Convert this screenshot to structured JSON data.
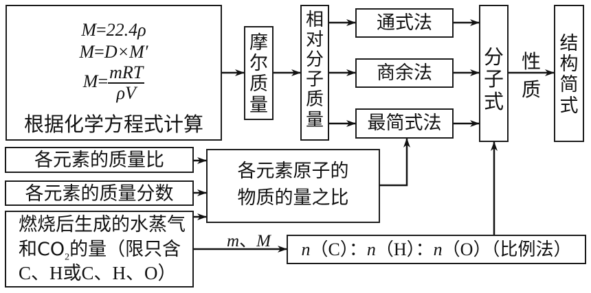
{
  "nodes": {
    "formulas": {
      "lines": [
        {
          "lhs": "M",
          "eq": "=",
          "rhs": "22.4ρ"
        },
        {
          "lhs": "M",
          "eq": "=",
          "rhs": "D×M′"
        },
        {
          "lhs": "M",
          "eq": "=",
          "numerator": "mRT",
          "denominator": "ρV"
        }
      ],
      "label": "根据化学方程式计算"
    },
    "molar_mass": "摩尔质量",
    "relative_molecular_mass": "相对分子质量",
    "general_formula_method": "通式法",
    "quotient_remainder_method": "商余法",
    "simplest_formula_method": "最简式法",
    "molecular_formula": "分子式",
    "structural_formula": "结构简式",
    "mass_ratio": "各元素的质量比",
    "mass_fraction": "各元素的质量分数",
    "atom_mole_ratio": {
      "line1": "各元素原子的",
      "line2": "物质的量之比"
    },
    "combustion": {
      "line1": "燃烧后生成的水蒸气",
      "line2_a": "和CO",
      "line2_sub": "2",
      "line2_b": "的量（限只含",
      "line3": "C、H或C、H、O）"
    },
    "ratio_method": {
      "n": "n",
      "c": "（C）",
      "colon": "：",
      "h": "（H）",
      "o": "（O）",
      "method": "（比例法）"
    }
  },
  "edges": {
    "property_label": [
      "性",
      "质"
    ],
    "m_M_label": {
      "m": "m",
      "sep": "、",
      "M": "M"
    }
  }
}
